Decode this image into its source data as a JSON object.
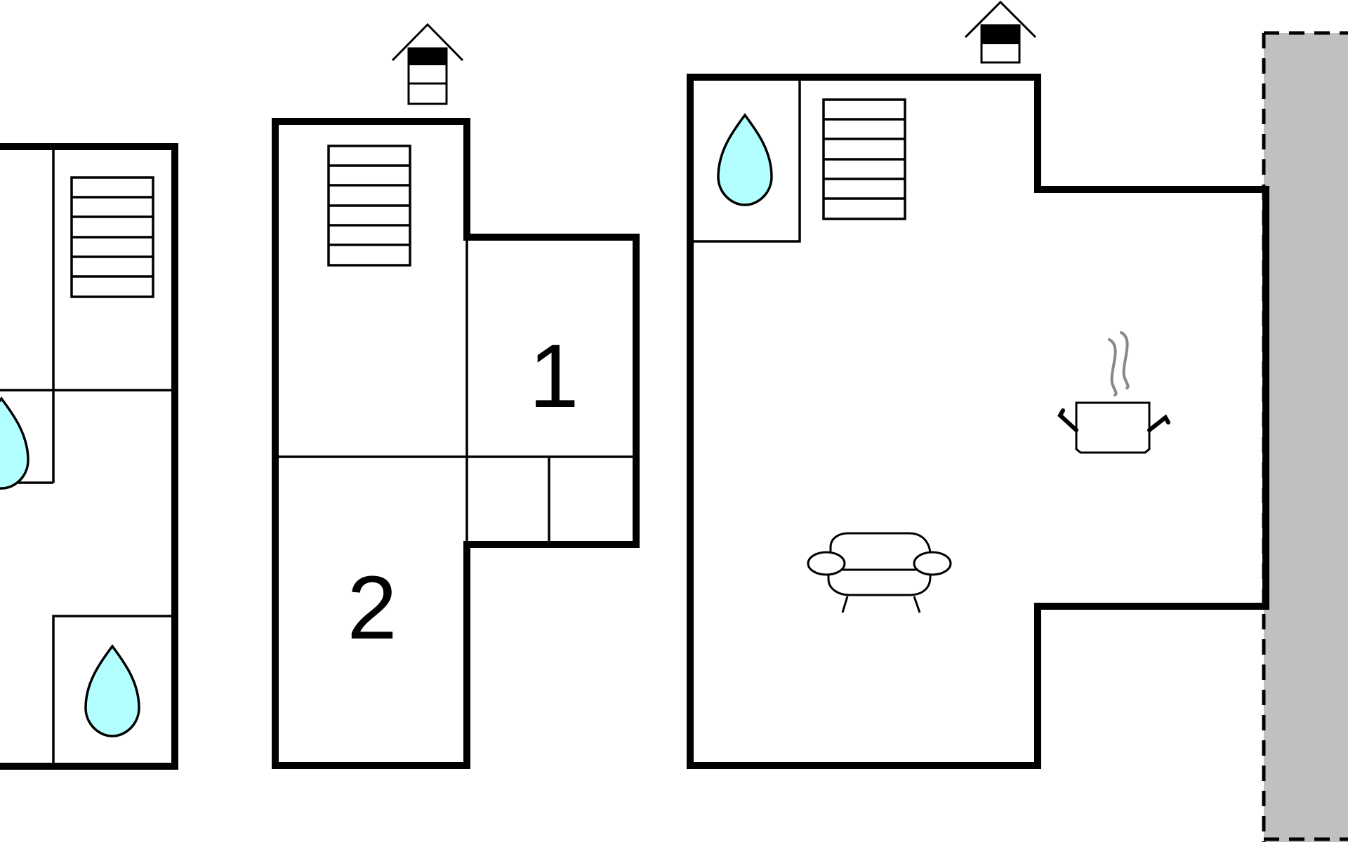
{
  "floor_plan": {
    "rooms": [
      {
        "id": "room-1",
        "number": "1"
      },
      {
        "id": "room-2",
        "number": "2"
      }
    ],
    "icons": [
      "bathroom-droplet-icon",
      "bathroom-droplet-icon",
      "bathroom-droplet-icon",
      "stairs-icon",
      "stairs-icon",
      "stairs-icon",
      "entrance-arrow-icon",
      "entrance-arrow-icon",
      "kitchen-pot-icon",
      "sofa-icon"
    ],
    "colors": {
      "wall": "#000000",
      "water": "#b3ffff",
      "terrace": "#c0c0c0",
      "steam": "#888888"
    }
  }
}
